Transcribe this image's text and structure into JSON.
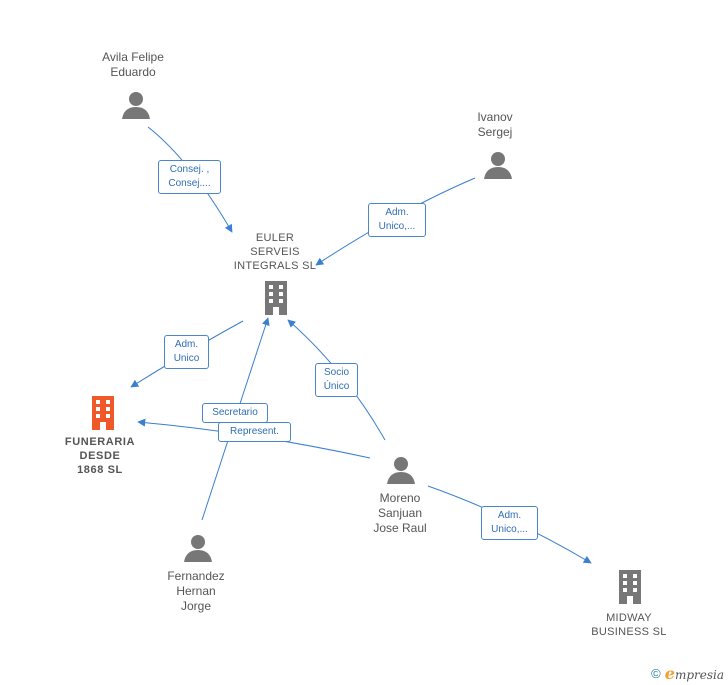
{
  "nodes": [
    {
      "id": "avila",
      "type": "person",
      "label": "Avila Felipe\nEduardo"
    },
    {
      "id": "ivanov",
      "type": "person",
      "label": "Ivanov\nSergej"
    },
    {
      "id": "euler",
      "type": "company",
      "label": "EULER\nSERVEIS\nINTEGRALS SL"
    },
    {
      "id": "funeraria",
      "type": "company",
      "highlight": true,
      "label": "FUNERARIA\nDESDE\n1868 SL"
    },
    {
      "id": "moreno",
      "type": "person",
      "label": "Moreno\nSanjuan\nJose Raul"
    },
    {
      "id": "fernandez",
      "type": "person",
      "label": "Fernandez\nHernan\nJorge"
    },
    {
      "id": "midway",
      "type": "company",
      "label": "MIDWAY\nBUSINESS SL"
    }
  ],
  "edges": [
    {
      "id": "e1",
      "label": "Consej. ,\nConsej...."
    },
    {
      "id": "e2",
      "label": "Adm.\nUnico,..."
    },
    {
      "id": "e3",
      "label": "Adm.\nUnico"
    },
    {
      "id": "e4",
      "label": "Secretario"
    },
    {
      "id": "e5",
      "label": "Represent."
    },
    {
      "id": "e6",
      "label": "Socio\nÚnico"
    },
    {
      "id": "e7",
      "label": "Adm.\nUnico,..."
    }
  ],
  "footer": {
    "copyright": "©",
    "brand_initial": "e",
    "brand_rest": "mpresia"
  },
  "colors": {
    "edge": "#3a7fd0",
    "person": "#777777",
    "company": "#777777",
    "highlight": "#f0582a"
  }
}
